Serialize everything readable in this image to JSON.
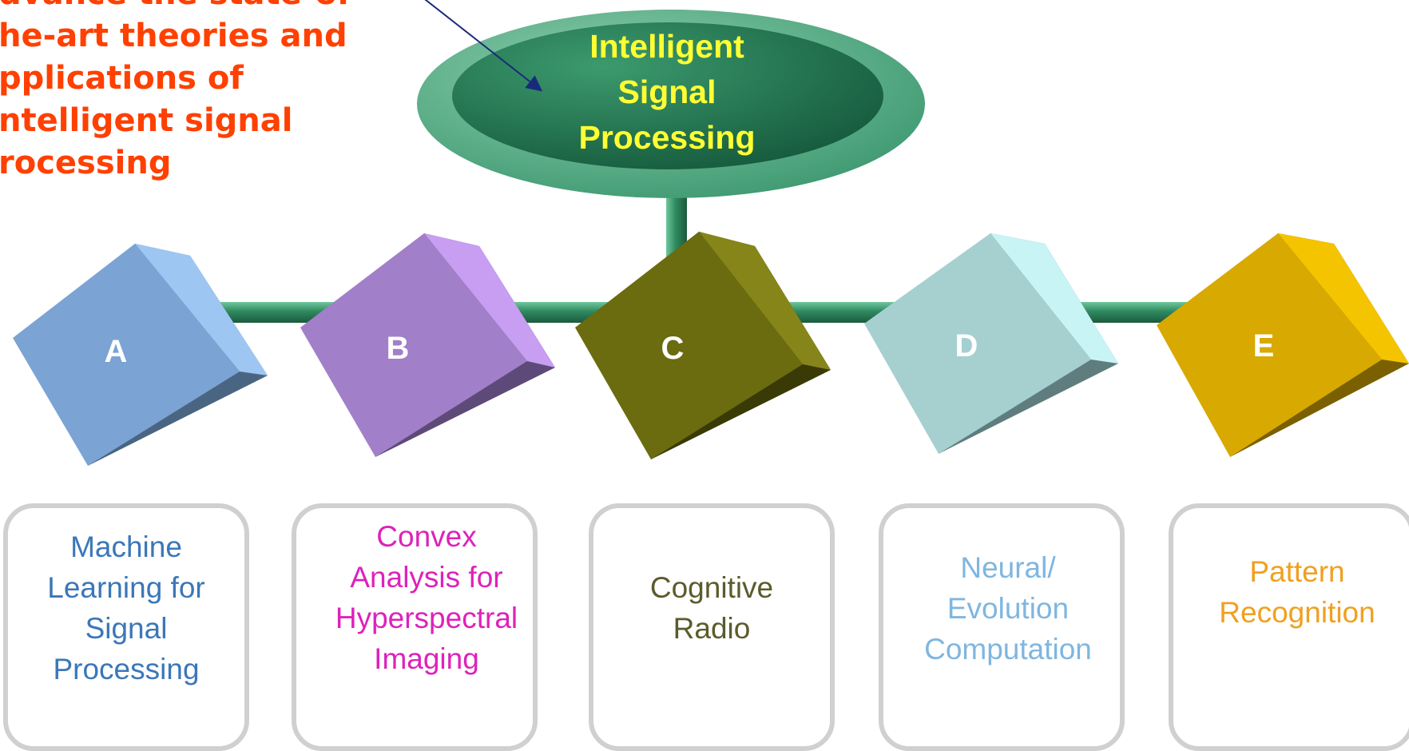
{
  "callout": {
    "text": "dvance the state-of-\nhe-art theories and\npplications of\nntelligent signal\nrocessing",
    "color": "#ff4000"
  },
  "hub": {
    "title": "Intelligent\nSignal\nProcessing",
    "title_color": "#ffff33",
    "fill": "#3f9a72"
  },
  "cubes": [
    {
      "letter": "A",
      "color": "#7ba3d4"
    },
    {
      "letter": "B",
      "color": "#a17fc9"
    },
    {
      "letter": "C",
      "color": "#6b6b0f"
    },
    {
      "letter": "D",
      "color": "#a6cfd0"
    },
    {
      "letter": "E",
      "color": "#d8a900"
    }
  ],
  "topics": [
    {
      "text": "Machine\nLearning for\nSignal\nProcessing",
      "color": "#3b77b8"
    },
    {
      "text": "Convex\nAnalysis for\nHyperspectral\nImaging",
      "color": "#dd22bb"
    },
    {
      "text": "Cognitive\nRadio",
      "color": "#5b5b2c"
    },
    {
      "text": "Neural/\nEvolution\nComputation",
      "color": "#7fb6e0"
    },
    {
      "text": "Pattern\nRecognition",
      "color": "#f0a020"
    }
  ]
}
